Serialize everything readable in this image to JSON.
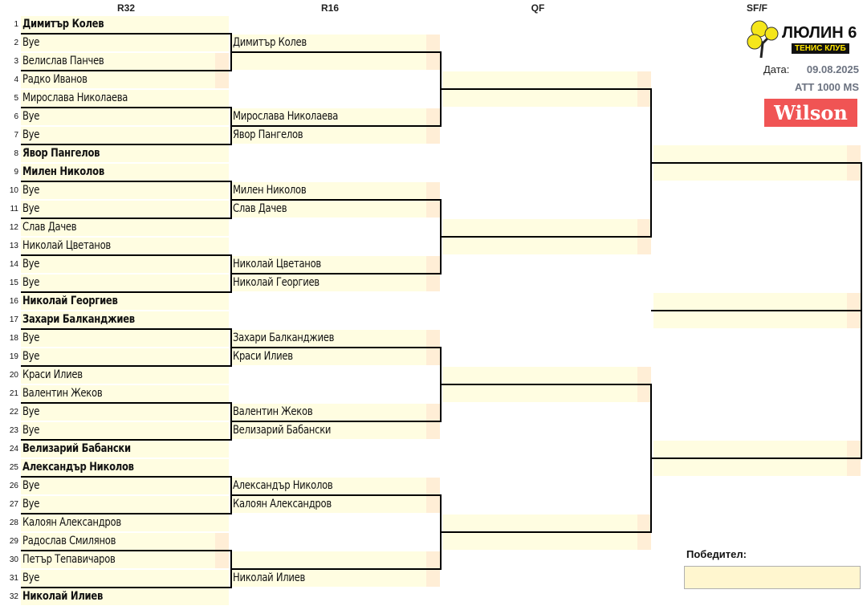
{
  "rounds": {
    "r32": "R32",
    "r16": "R16",
    "qf": "QF",
    "sf": "SF/F"
  },
  "club": {
    "name": "ЛЮЛИН 6",
    "subtitle": "ТЕНИС КЛУБ"
  },
  "info": {
    "date_label": "Дата:",
    "date": "09.08.2025",
    "event": "ATT 1000 MS"
  },
  "sponsor": "Wilson",
  "winner_label": "Победител:",
  "winner": "",
  "r32": [
    {
      "n": "1",
      "name": "Димитър Колев",
      "seed": true
    },
    {
      "n": "2",
      "name": "Bye"
    },
    {
      "n": "3",
      "name": "Велислав Панчев",
      "score": true
    },
    {
      "n": "4",
      "name": "Радко Иванов",
      "score": true
    },
    {
      "n": "5",
      "name": "Мирослава Николаева"
    },
    {
      "n": "6",
      "name": "Bye"
    },
    {
      "n": "7",
      "name": "Bye"
    },
    {
      "n": "8",
      "name": "Явор Пангелов",
      "seed": true
    },
    {
      "n": "9",
      "name": "Милен Николов",
      "seed": true
    },
    {
      "n": "10",
      "name": "Bye"
    },
    {
      "n": "11",
      "name": "Bye"
    },
    {
      "n": "12",
      "name": "Слав Дачев"
    },
    {
      "n": "13",
      "name": "Николай Цветанов"
    },
    {
      "n": "14",
      "name": "Bye"
    },
    {
      "n": "15",
      "name": "Bye"
    },
    {
      "n": "16",
      "name": "Николай Георгиев",
      "seed": true
    },
    {
      "n": "17",
      "name": "Захари Балканджиев",
      "seed": true
    },
    {
      "n": "18",
      "name": "Bye"
    },
    {
      "n": "19",
      "name": "Bye"
    },
    {
      "n": "20",
      "name": "Краси Илиев"
    },
    {
      "n": "21",
      "name": "Валентин Жеков"
    },
    {
      "n": "22",
      "name": "Bye"
    },
    {
      "n": "23",
      "name": "Bye"
    },
    {
      "n": "24",
      "name": "Велизарий Бабански",
      "seed": true
    },
    {
      "n": "25",
      "name": "Александър Николов",
      "seed": true
    },
    {
      "n": "26",
      "name": "Bye"
    },
    {
      "n": "27",
      "name": "Bye"
    },
    {
      "n": "28",
      "name": "Калоян Александров"
    },
    {
      "n": "29",
      "name": "Радослав Смилянов",
      "score": true
    },
    {
      "n": "30",
      "name": "Петър Тепавичаров",
      "score": true
    },
    {
      "n": "31",
      "name": "Bye"
    },
    {
      "n": "32",
      "name": "Николай Илиев",
      "seed": true
    }
  ],
  "r16": [
    "Димитър Колев",
    "",
    "Мирослава Николаева",
    "Явор Пангелов",
    "Милен Николов",
    "Слав Дачев",
    "Николай Цветанов",
    "Николай Георгиев",
    "Захари Балканджиев",
    "Краси Илиев",
    "Валентин Жеков",
    "Велизарий Бабански",
    "Александър Николов",
    "Калоян Александров",
    "",
    "Николай Илиев"
  ],
  "qf": [
    "",
    "",
    "",
    "",
    "",
    "",
    "",
    ""
  ],
  "sf": [
    "",
    "",
    "",
    ""
  ],
  "final": [
    "",
    ""
  ]
}
